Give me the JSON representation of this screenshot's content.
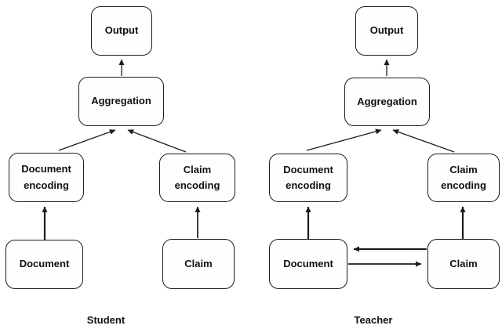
{
  "colors": {
    "background": "#ffffff",
    "line": "#1c1c1c",
    "text": "#111111"
  },
  "diagrams": [
    {
      "name": "student",
      "caption": "Student",
      "nodes": {
        "output": "Output",
        "aggregation": "Aggregation",
        "document_encoding": "Document encoding",
        "claim_encoding": "Claim encoding",
        "document": "Document",
        "claim": "Claim"
      },
      "edges": [
        {
          "from": "aggregation",
          "to": "output"
        },
        {
          "from": "document_encoding",
          "to": "aggregation"
        },
        {
          "from": "claim_encoding",
          "to": "aggregation"
        },
        {
          "from": "document",
          "to": "document_encoding"
        },
        {
          "from": "claim",
          "to": "claim_encoding"
        }
      ]
    },
    {
      "name": "teacher",
      "caption": "Teacher",
      "nodes": {
        "output": "Output",
        "aggregation": "Aggregation",
        "document_encoding": "Document encoding",
        "claim_encoding": "Claim encoding",
        "document": "Document",
        "claim": "Claim"
      },
      "edges": [
        {
          "from": "aggregation",
          "to": "output"
        },
        {
          "from": "document_encoding",
          "to": "aggregation"
        },
        {
          "from": "claim_encoding",
          "to": "aggregation"
        },
        {
          "from": "document",
          "to": "document_encoding"
        },
        {
          "from": "claim",
          "to": "claim_encoding"
        },
        {
          "from": "claim",
          "to": "document"
        },
        {
          "from": "document",
          "to": "claim"
        }
      ]
    }
  ]
}
